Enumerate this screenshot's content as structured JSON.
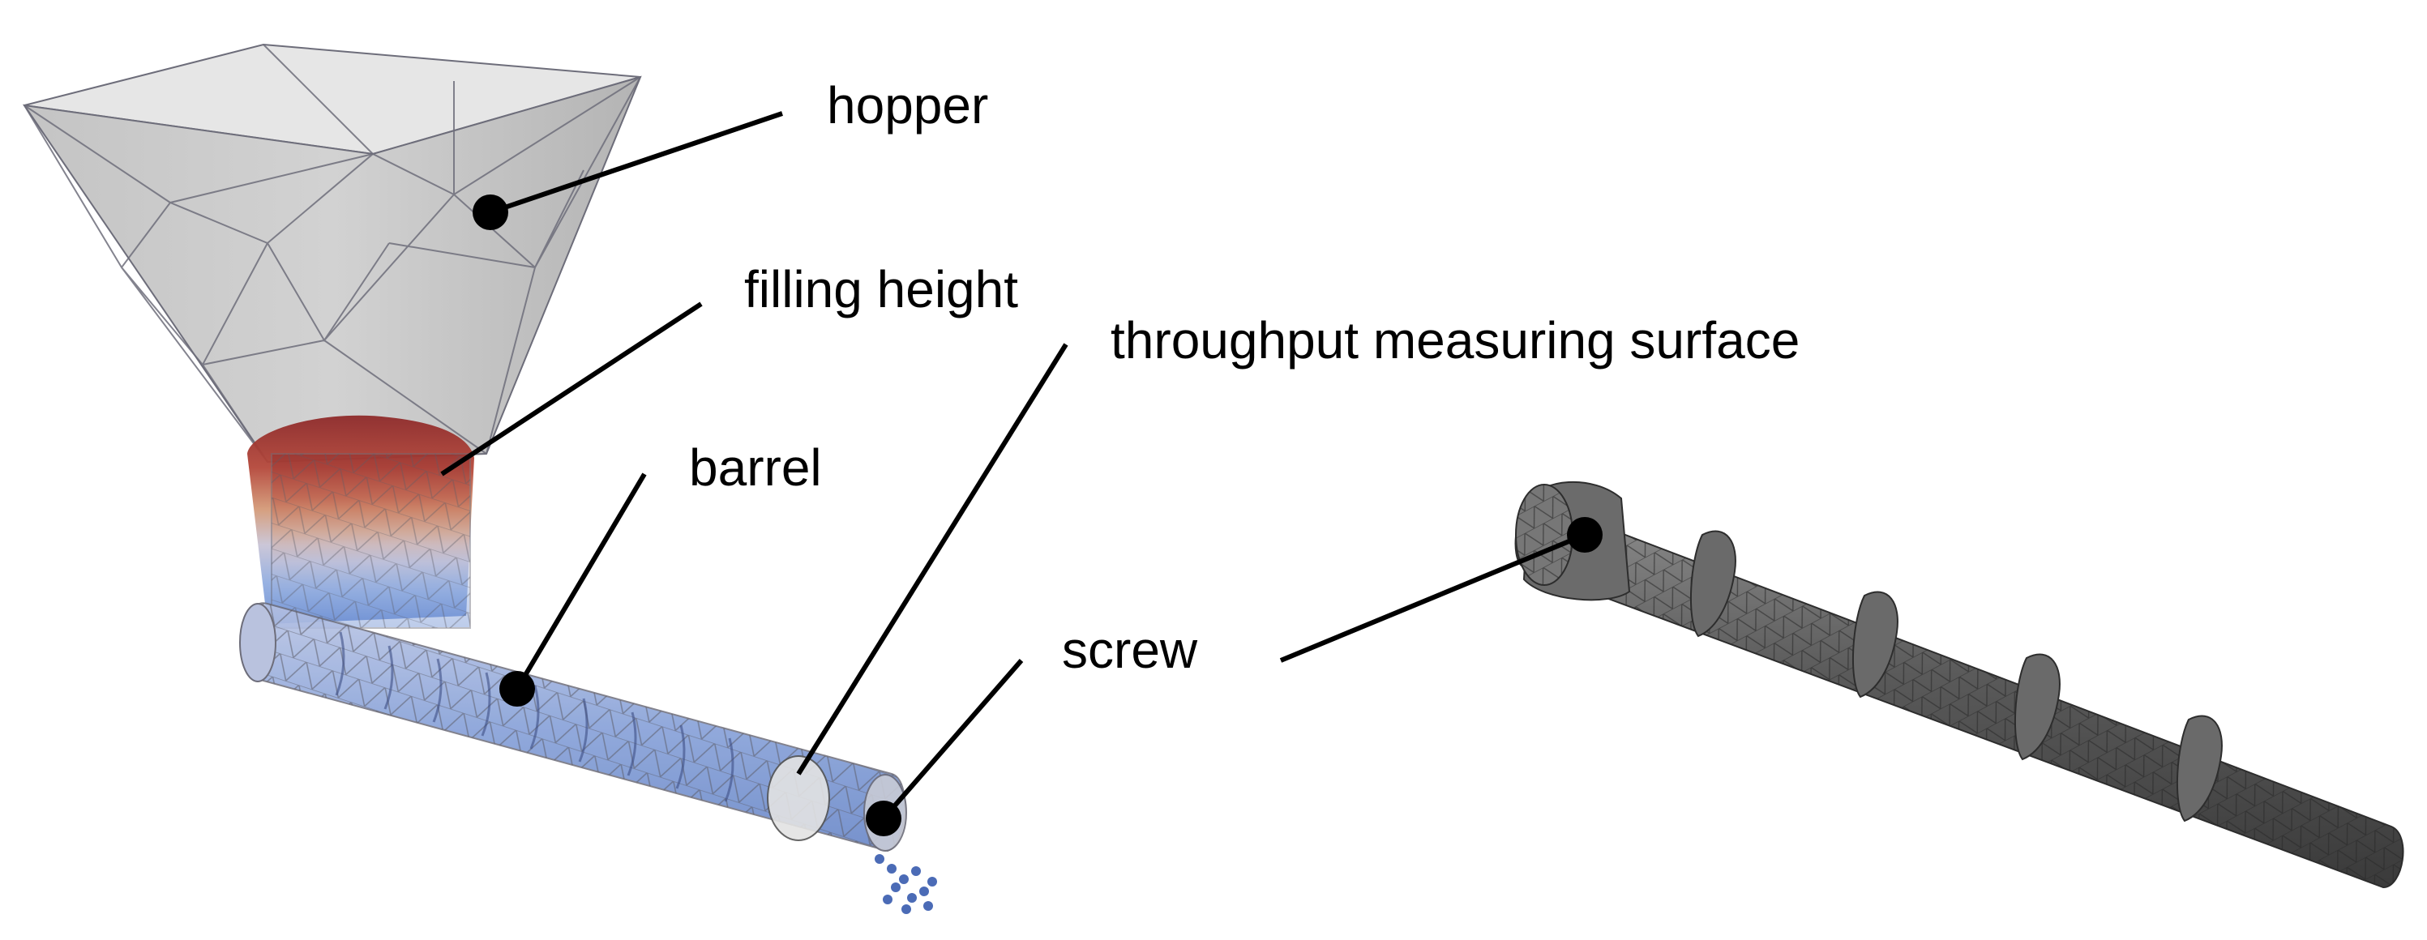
{
  "labels": {
    "hopper": "hopper",
    "filling_height": "filling height",
    "throughput_surface": "throughput measuring surface",
    "barrel": "barrel",
    "screw": "screw"
  },
  "colors": {
    "hopper_fill": "#c9c9c9",
    "mesh_line": "#6d6d7a",
    "particle_red": "#a3332a",
    "particle_orange": "#d9956b",
    "particle_blue": "#6f8fcf",
    "screw_dark": "#4e4e4e",
    "leader": "#000000"
  }
}
